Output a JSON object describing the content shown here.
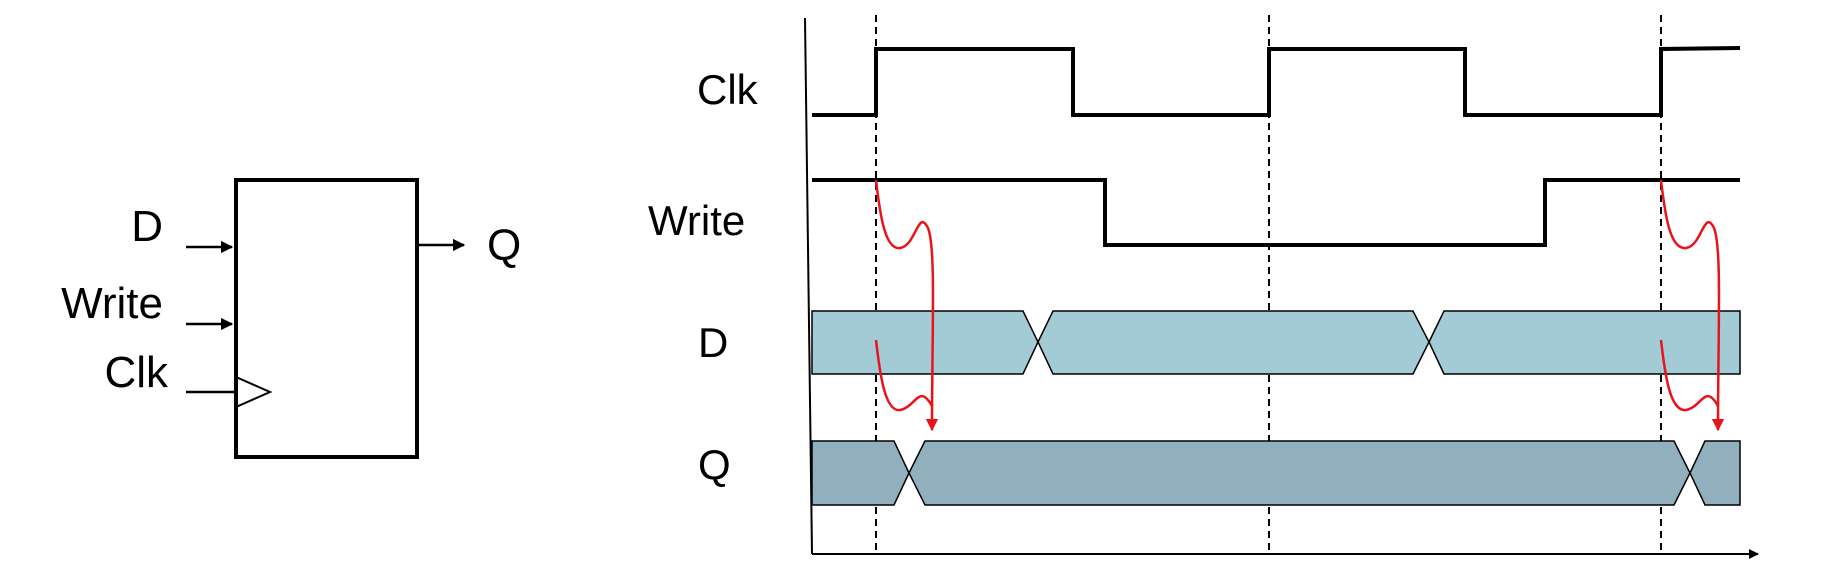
{
  "block": {
    "inputs": [
      "D",
      "Write",
      "Clk"
    ],
    "output": "Q"
  },
  "timing": {
    "signals": [
      "Clk",
      "Write",
      "D",
      "Q"
    ]
  },
  "colors": {
    "stroke": "#000000",
    "d_bus_fill": "#a3cbd5",
    "q_bus_fill": "#92afbe",
    "causal_arrow": "#e8141b"
  }
}
